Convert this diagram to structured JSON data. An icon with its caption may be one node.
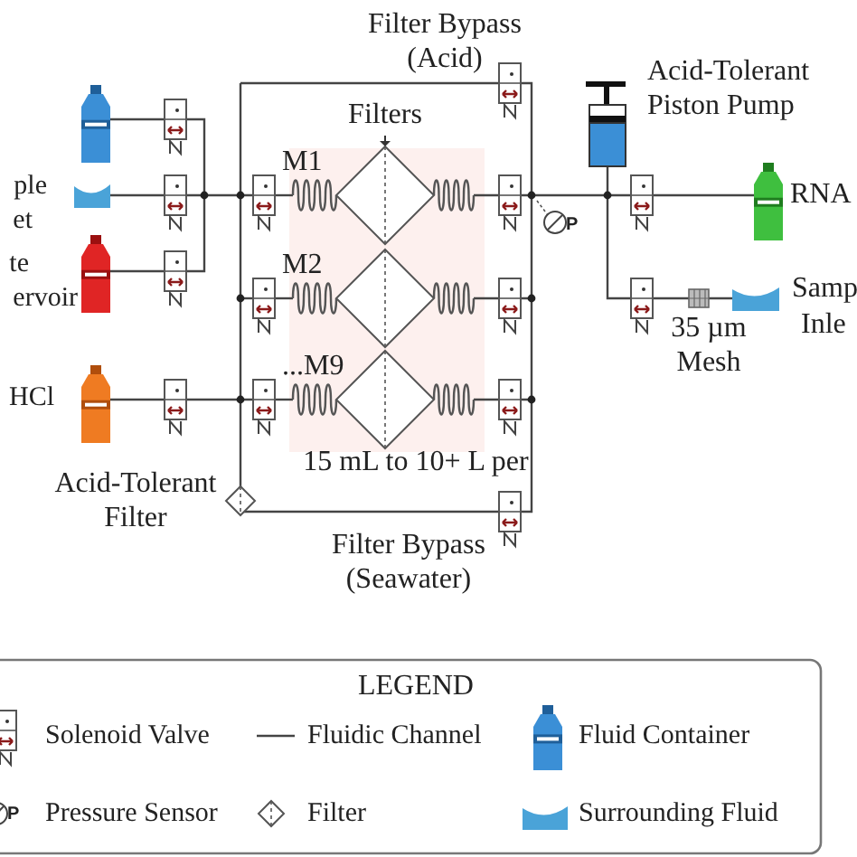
{
  "diagram": {
    "labels": [
      "Filter Bypass (Acid)",
      "Filters",
      "Acid-Tolerant Piston Pump",
      "ple",
      "et",
      "M1",
      "RNA",
      "te",
      "ervoir",
      "M2",
      "Samp",
      "Inle",
      "35 µm Mesh",
      "HCl",
      "...M9",
      "15 mL to 10+ L per",
      "Acid-Tolerant Filter",
      "Filter Bypass (Seawater)",
      "P",
      "LEGEND",
      "P"
    ],
    "legend": [
      {
        "text": "Solenoid Valve"
      },
      {
        "text": "Fluidic Channel"
      },
      {
        "text": "Fluid Container"
      },
      {
        "text": "Pressure Sensor"
      },
      {
        "text": "Filter"
      },
      {
        "text": "Surrounding Fluid"
      }
    ]
  }
}
